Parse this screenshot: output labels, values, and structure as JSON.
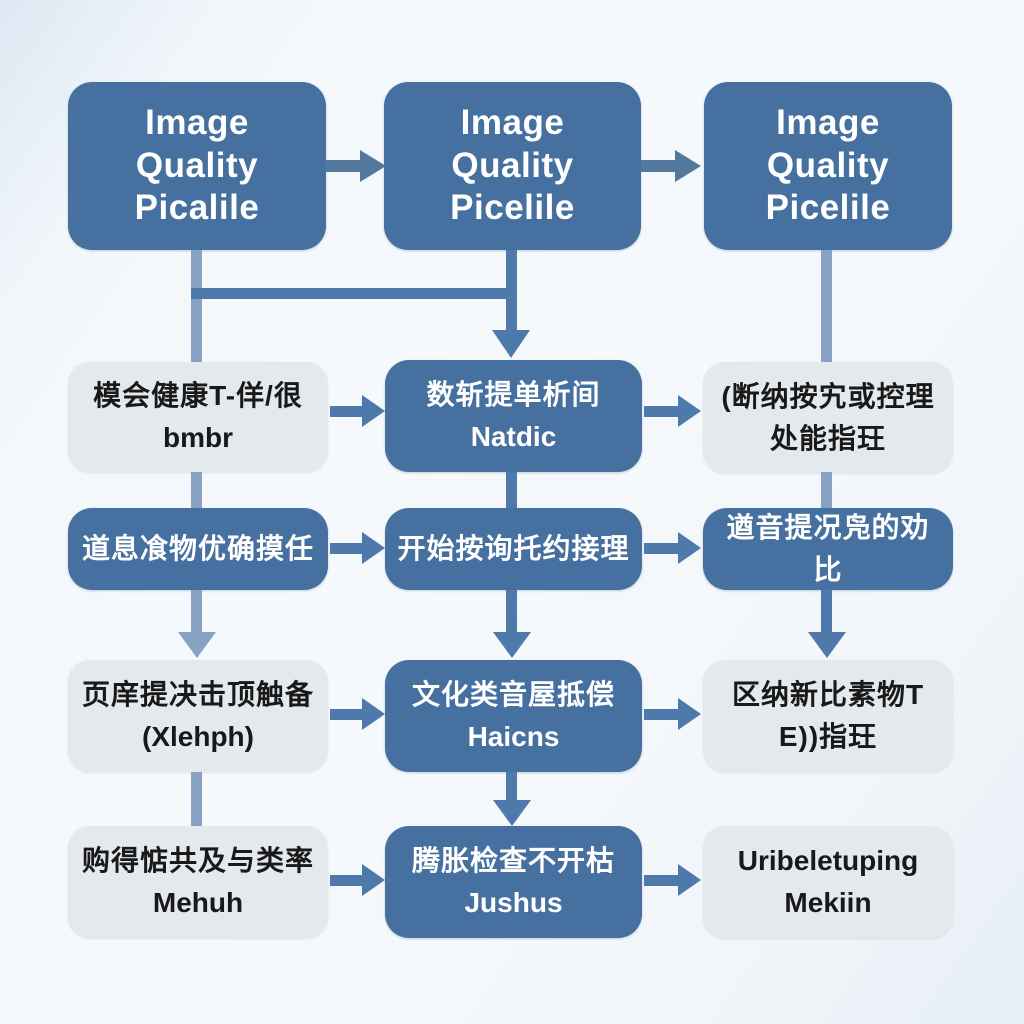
{
  "diagram": {
    "type": "flowchart",
    "columns": 3,
    "rows": 5,
    "colors": {
      "node_dark": "#46709f",
      "node_light": "#e4e9ed",
      "arrow_dark": "#4d79ab",
      "arrow_light": "#87a2c3",
      "text_on_dark": "#ffffff",
      "text_on_light": "#191919",
      "background": "#f3f7fb"
    }
  },
  "nodes": {
    "r1c1": {
      "line1": "Image",
      "line2": "Quality",
      "line3": "Picalile"
    },
    "r1c2": {
      "line1": "Image",
      "line2": "Quality",
      "line3": "Picelile"
    },
    "r1c3": {
      "line1": "Image",
      "line2": "Quality",
      "line3": "Picelile"
    },
    "r2c1": {
      "line1": "模会健康T-佯/很",
      "line2": "bmbr"
    },
    "r2c2": {
      "line1": "数斩提单析间",
      "line2": "Natdic"
    },
    "r2c3": {
      "line1": "(断纳按宄或控理",
      "line2": "处能指玨"
    },
    "r3c1": {
      "line1": "道息飡物优确摸任"
    },
    "r3c2": {
      "line1": "开始按询托约接理"
    },
    "r3c3": {
      "line1": "遒音提况凫的劝比"
    },
    "r4c1": {
      "line1": "页庠提决击顶触备",
      "line2": "(Xlehph)"
    },
    "r4c2": {
      "line1": "文化类音屋抵偿",
      "line2": "Haicns"
    },
    "r4c3": {
      "line1": "区纳新比素物T",
      "line2": "E))指玨"
    },
    "r5c1": {
      "line1": "购得惦共及与类率",
      "line2": "Mehuh"
    },
    "r5c2": {
      "line1": "腾胀检查不开枯",
      "line2": "Jushus"
    },
    "r5c3": {
      "line1": "Uribeletuping",
      "line2": "Mekiin"
    }
  }
}
